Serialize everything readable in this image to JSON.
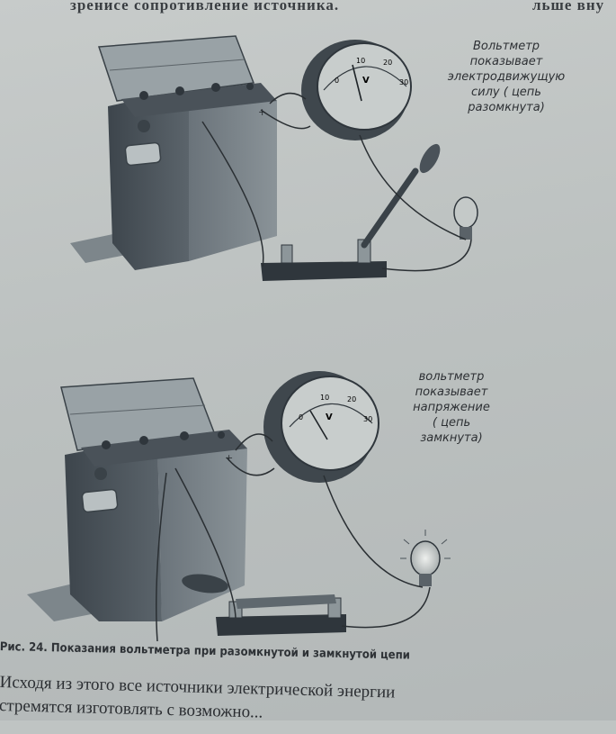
{
  "header": {
    "text_left": "зренисе сопротивление источника.",
    "text_right": "льше вну"
  },
  "figure_top": {
    "caption_lines": [
      "Вольтметр",
      "показывает",
      "электродвижущую",
      "силу ( цепь",
      "разомкнута)"
    ],
    "meter_scale": [
      "0",
      "10",
      "20",
      "30",
      "V"
    ]
  },
  "figure_bottom": {
    "caption_lines": [
      "вольтметр",
      "показывает",
      "напряжение",
      "( цепь",
      "замкнута)"
    ],
    "meter_scale": [
      "0",
      "10",
      "20",
      "30",
      "V"
    ]
  },
  "caption": "Рис. 24. Показания вольтметра при разомкнутой и замкнутой цепи",
  "body": {
    "line1": "Исходя из этого все источники электрической энергии",
    "line2": "стремятся изготовлять с возможно..."
  }
}
